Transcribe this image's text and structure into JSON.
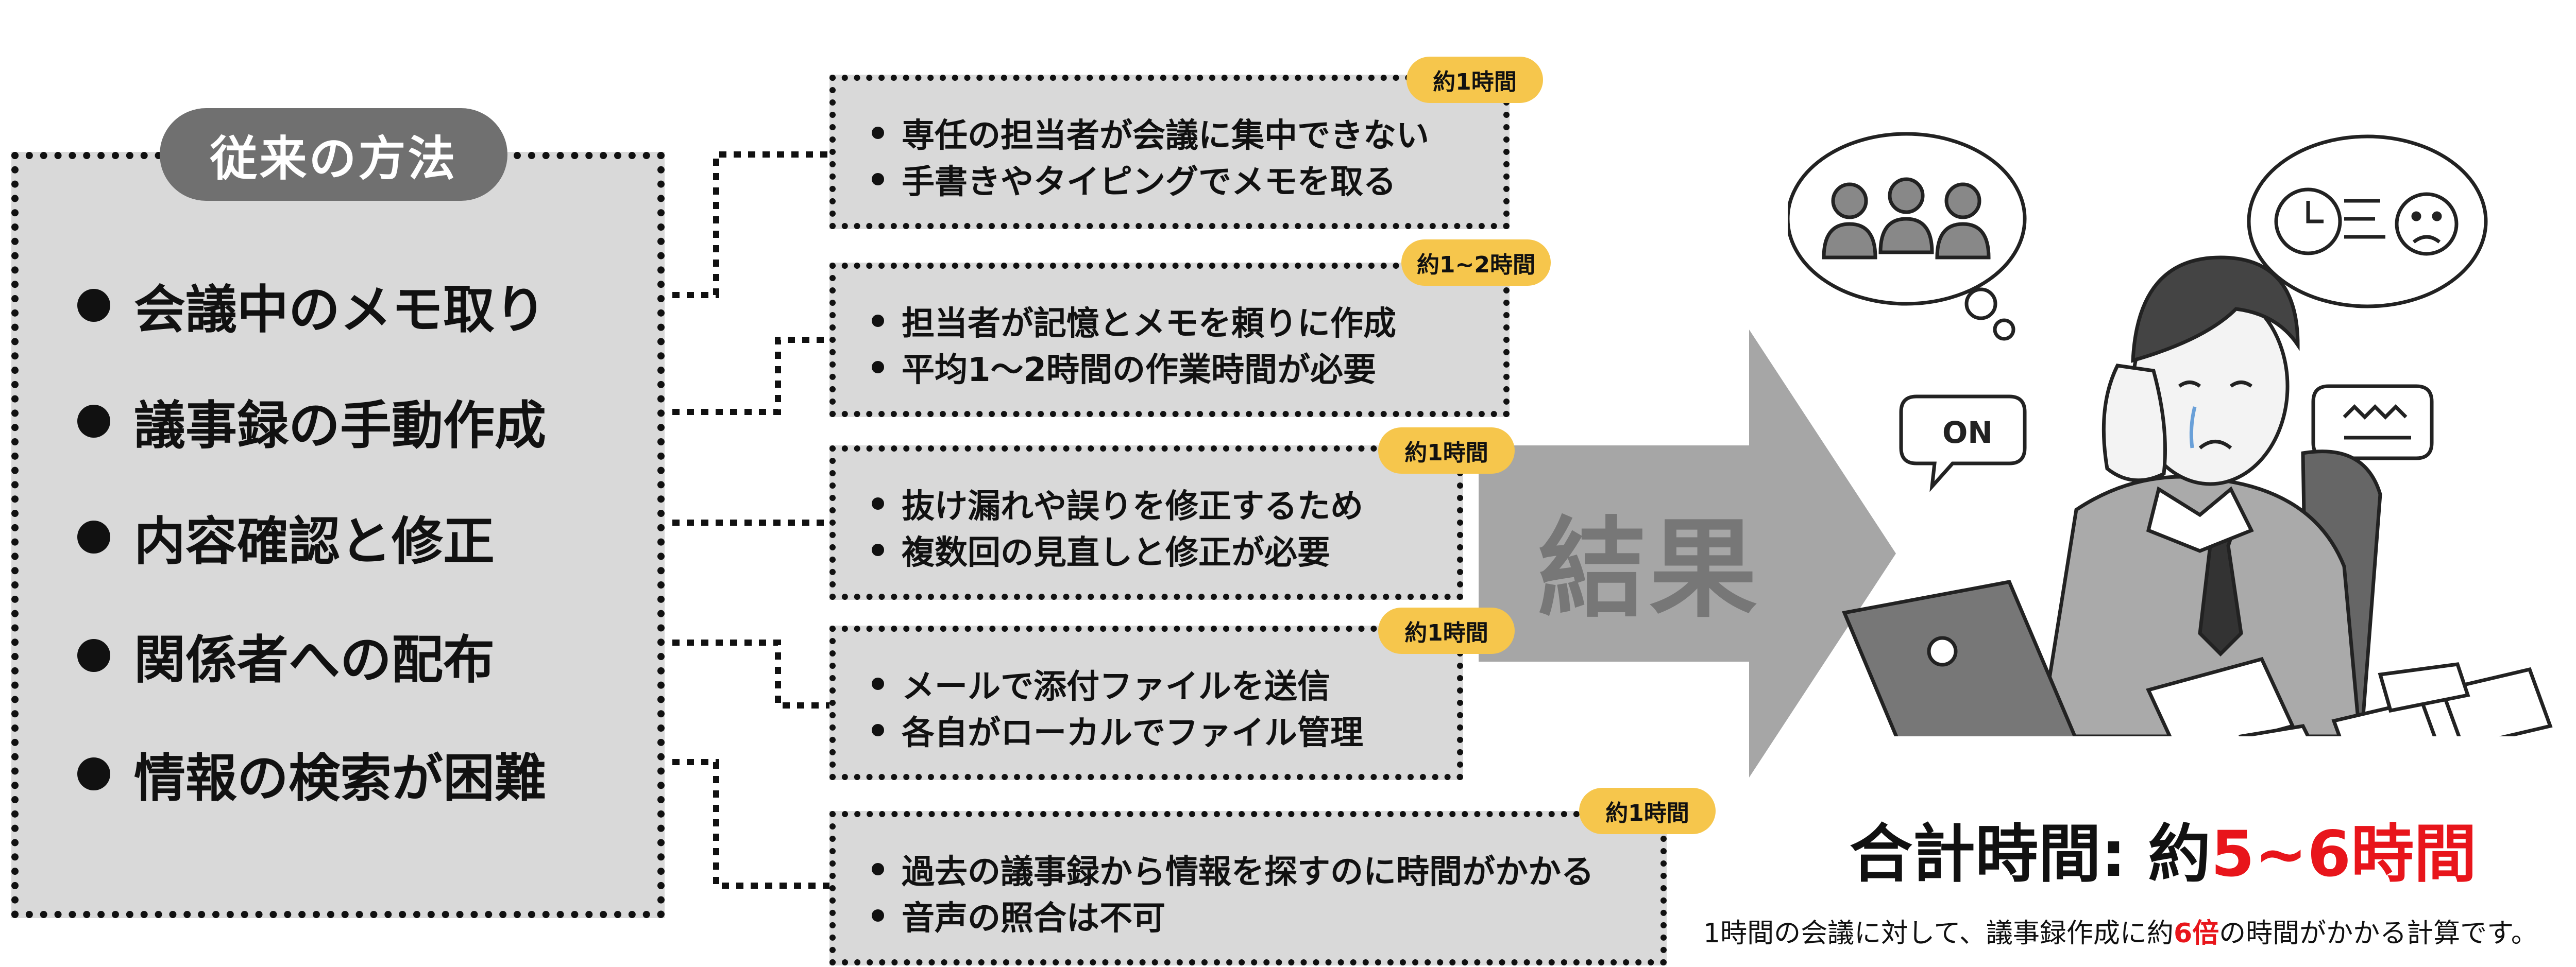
{
  "left": {
    "title": "従来の方法",
    "items": [
      {
        "label": "会議中のメモ取り"
      },
      {
        "label": "議事録の手動作成"
      },
      {
        "label": "内容確認と修正"
      },
      {
        "label": "関係者への配布"
      },
      {
        "label": "情報の検索が困難"
      }
    ]
  },
  "details": [
    {
      "badge": "約1時間",
      "lines": [
        "専任の担当者が会議に集中できない",
        "手書きやタイピングでメモを取る"
      ]
    },
    {
      "badge": "約1~2時間",
      "lines": [
        "担当者が記憶とメモを頼りに作成",
        "平均1〜2時間の作業時間が必要"
      ]
    },
    {
      "badge": "約1時間",
      "lines": [
        "抜け漏れや誤りを修正するため",
        "複数回の見直しと修正が必要"
      ]
    },
    {
      "badge": "約1時間",
      "lines": [
        "メールで添付ファイルを送信",
        "各自がローカルでファイル管理"
      ]
    },
    {
      "badge": "約1時間",
      "lines": [
        "過去の議事録から情報を探すのに時間がかかる",
        "音声の照合は不可"
      ]
    }
  ],
  "arrow": {
    "label": "結果"
  },
  "total": {
    "prefix": "合計時間: 約",
    "value": "5~6時間"
  },
  "footnote": {
    "before": "1時間の会議に対して、議事録作成に約",
    "highlight": "6倍",
    "after": "の時間がかかる計算です。"
  },
  "colors": {
    "panel": "#d9d9d9",
    "badge": "#f6c64c",
    "accent_red": "#e8151b",
    "arrow": "#a6a6a6"
  },
  "illustration": {
    "description_icons": [
      "people-thought-bubble-icon",
      "clock-sad-thought-bubble-icon",
      "on-speech-bubble-icon",
      "scribble-speech-bubble-icon",
      "stressed-man-laptop-icon"
    ],
    "bubble_on_text": "ON"
  }
}
